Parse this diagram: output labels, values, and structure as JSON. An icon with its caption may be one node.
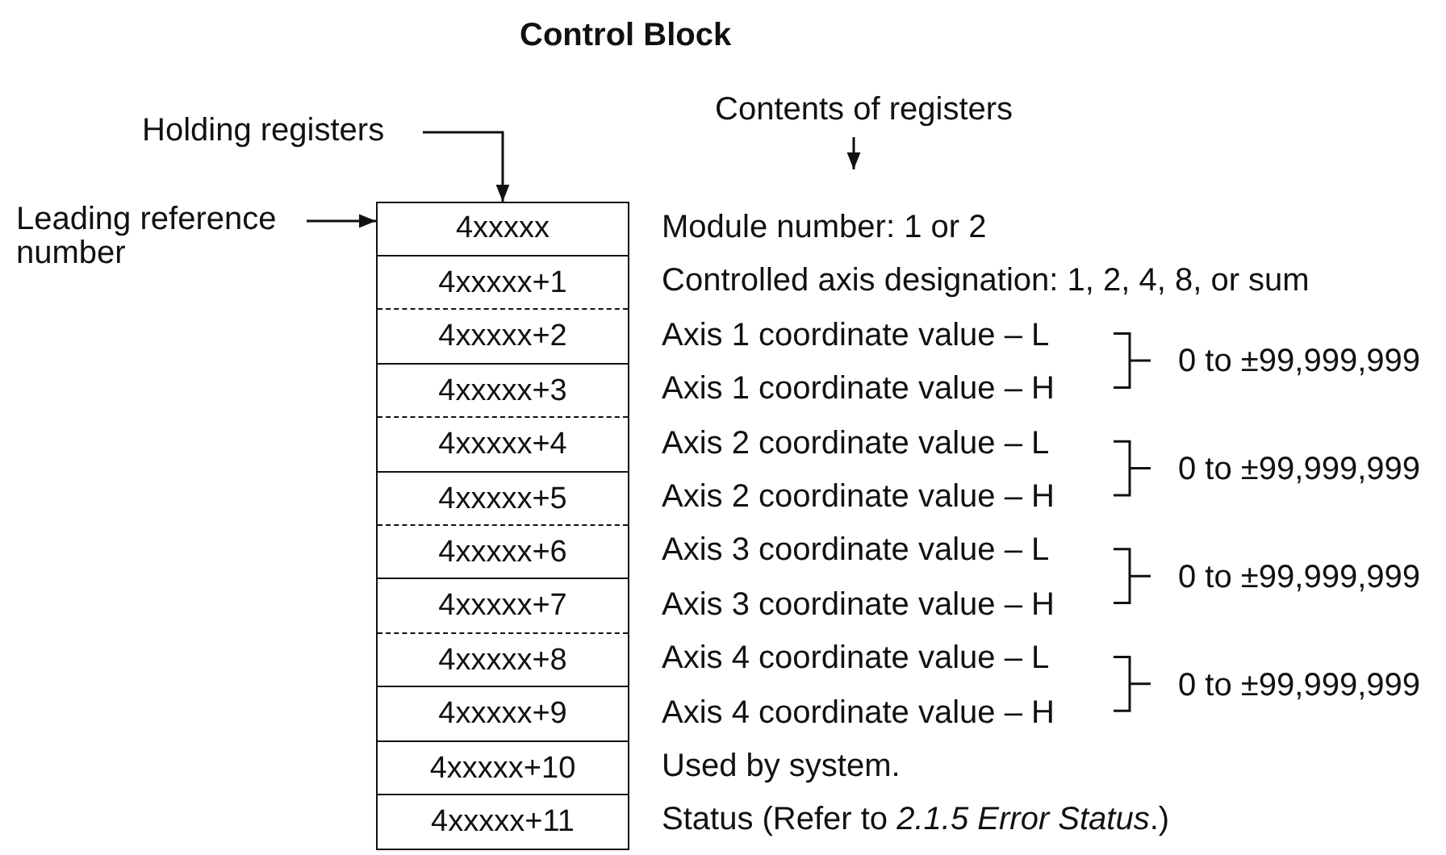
{
  "diagram": {
    "title": "Control Block",
    "nodes": [
      {
        "text": [
          "Holding registers"
        ]
      },
      {
        "text": [
          "Leading reference number"
        ]
      },
      {
        "text": [
          "Contents of registers"
        ]
      },
      {
        "text": [],
        "shape": "box"
      },
      {
        "text": [
          "4xxxxx"
        ],
        "in": 3
      },
      {
        "text": [
          "4xxxxx+1"
        ],
        "in": 3
      },
      {
        "text": [
          "4xxxxx+2"
        ],
        "in": 3
      },
      {
        "text": [
          "4xxxxx+3"
        ],
        "in": 3
      },
      {
        "text": [
          "4xxxxx+4"
        ],
        "in": 3
      },
      {
        "text": [
          "4xxxxx+5"
        ],
        "in": 3
      },
      {
        "text": [
          "4xxxxx+6"
        ],
        "in": 3
      },
      {
        "text": [
          "4xxxxx+7"
        ],
        "in": 3
      },
      {
        "text": [
          "4xxxxx+8"
        ],
        "in": 3
      },
      {
        "text": [
          "4xxxxx+9"
        ],
        "in": 3
      },
      {
        "text": [
          "4xxxxx+10"
        ],
        "in": 3
      },
      {
        "text": [
          "4xxxxx+11"
        ],
        "in": 3
      }
    ],
    "edges": [
      {
        "from": 0,
        "to": 3,
        "arrow": "to"
      },
      {
        "from": 1,
        "to": 3,
        "arrow": "to"
      },
      {
        "from": 2,
        "to": null,
        "arrow": "to"
      }
    ],
    "labels": [
      "Module number: 1 or 2",
      "Controlled axis designation: 1, 2, 4, 8, or sum",
      "Axis 1 coordinate value – L",
      "Axis 1 coordinate value – H",
      "Axis 2 coordinate value – L",
      "Axis 2 coordinate value – H",
      "Axis 3 coordinate value – L",
      "Axis 3 coordinate value – H",
      "Axis 4 coordinate value – L",
      "Axis 4 coordinate value – H",
      "Used by system.",
      "Status (Refer to *2.1.5 Error Status*.)",
      "0 to ±99,999,999",
      "0 to ±99,999,999",
      "0 to ±99,999,999",
      "0 to ±99,999,999"
    ]
  }
}
